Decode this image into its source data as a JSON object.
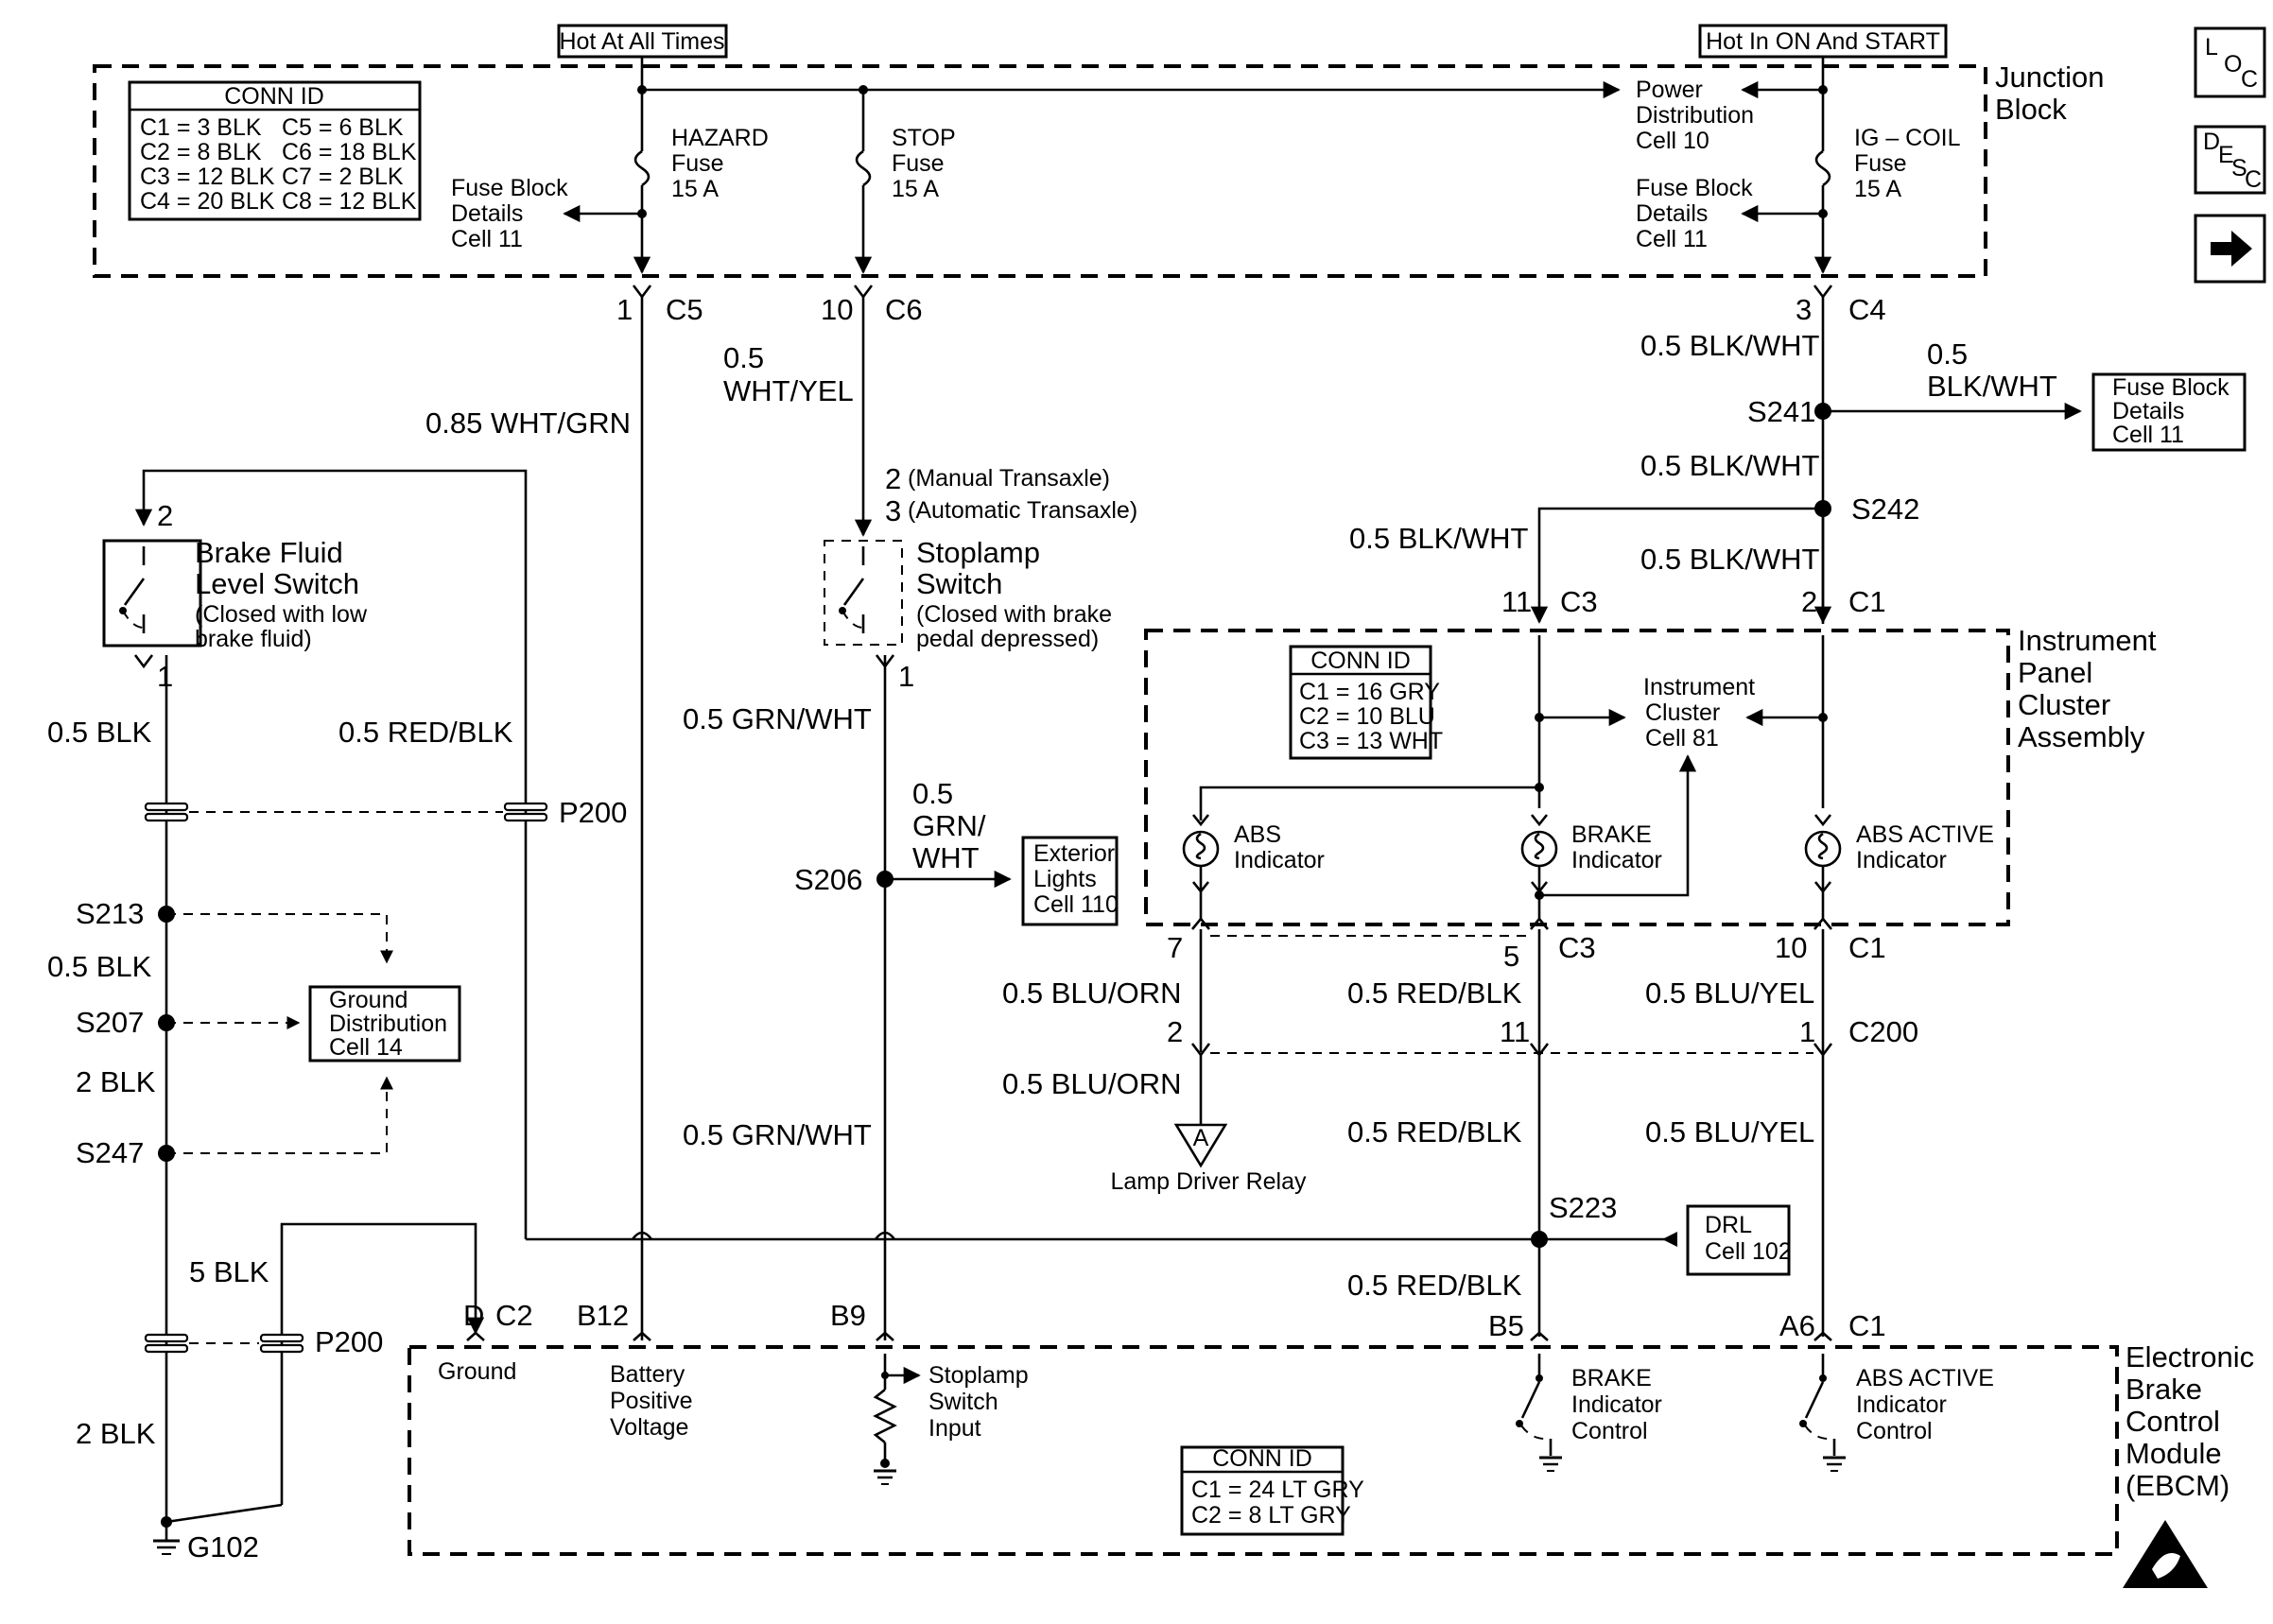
{
  "power": {
    "hot_always": "Hot At All Times",
    "hot_on_start": "Hot In ON And START"
  },
  "junction_block": {
    "title_l1": "Junction",
    "title_l2": "Block",
    "conn_id": {
      "title": "CONN ID",
      "rows": [
        "C1 = 3 BLK",
        "C2 = 8 BLK",
        "C3 = 12 BLK",
        "C4 = 20 BLK",
        "C5 = 6 BLK",
        "C6 = 18 BLK",
        "C7 = 2 BLK",
        "C8 = 12 BLK"
      ]
    },
    "hazard": [
      "HAZARD",
      "Fuse",
      "15 A"
    ],
    "stop": [
      "STOP",
      "Fuse",
      "15 A"
    ],
    "igcoil": [
      "IG – COIL",
      "Fuse",
      "15 A"
    ],
    "power_dist": [
      "Power",
      "Distribution",
      "Cell 10"
    ],
    "fbd_left": [
      "Fuse Block",
      "Details",
      "Cell 11"
    ],
    "fbd_right": [
      "Fuse Block",
      "Details",
      "Cell 11"
    ]
  },
  "nav_icons": {
    "loc": [
      "L",
      "O",
      "C"
    ],
    "desc": [
      "D",
      "E",
      "S",
      "C"
    ]
  },
  "pins": {
    "c5": "1",
    "c5c": "C5",
    "c6": "10",
    "c6c": "C6",
    "c4": "3",
    "c4c": "C4",
    "c3a": "11",
    "c3ac": "C3",
    "c1a": "2",
    "c1ac": "C1",
    "bf2": "2",
    "bf1": "1",
    "sl2": "2",
    "sl2t": "(Manual Transaxle)",
    "sl3": "3",
    "sl3t": "(Automatic Transaxle)",
    "sl1": "1",
    "p7": "7",
    "p5": "5",
    "p5c": "C3",
    "p10": "10",
    "p10c": "C1",
    "p2": "2",
    "p11": "11",
    "p1": "1",
    "c200": "C200",
    "d": "D",
    "dc": "C2",
    "b12": "B12",
    "b9": "B9",
    "b5": "B5",
    "a6": "A6",
    "a6c": "C1"
  },
  "wires": {
    "whtgrn": "0.85 WHT/GRN",
    "whtyel_a": "0.5",
    "whtyel_b": "WHT/YEL",
    "blkwht1": "0.5 BLK/WHT",
    "blkwht_r_a": "0.5",
    "blkwht_r_b": "BLK/WHT",
    "blkwht2": "0.5 BLK/WHT",
    "blkwht3": "0.5 BLK/WHT",
    "blkwht4": "0.5 BLK/WHT",
    "blk1": "0.5 BLK",
    "redblk1": "0.5 RED/BLK",
    "grnwht1": "0.5 GRN/WHT",
    "grnwht_r_a": "0.5",
    "grnwht_r_b": "GRN/",
    "grnwht_r_c": "WHT",
    "blk2": "0.5 BLK",
    "blk3": "2 BLK",
    "blk4": "5 BLK",
    "blk5": "2 BLK",
    "bluorn1": "0.5 BLU/ORN",
    "redblk2": "0.5 RED/BLK",
    "bluyel1": "0.5 BLU/YEL",
    "bluorn2": "0.5 BLU/ORN",
    "grnwht2": "0.5 GRN/WHT",
    "redblk3": "0.5 RED/BLK",
    "bluyel2": "0.5 BLU/YEL",
    "redblk4": "0.5 RED/BLK"
  },
  "splices": {
    "s241": "S241",
    "s242": "S242",
    "s206": "S206",
    "s213": "S213",
    "s207": "S207",
    "s247": "S247",
    "s223": "S223",
    "p200a": "P200",
    "p200b": "P200",
    "g102": "G102"
  },
  "brake_fluid_switch": {
    "l1": "Brake Fluid",
    "l2": "Level Switch",
    "l3": "(Closed with low",
    "l4": "brake fluid)"
  },
  "stoplamp_switch": {
    "l1": "Stoplamp",
    "l2": "Switch",
    "l3": "(Closed with brake",
    "l4": "pedal depressed)"
  },
  "refs": {
    "fbd_s241": [
      "Fuse Block",
      "Details",
      "Cell 11"
    ],
    "exterior": [
      "Exterior",
      "Lights",
      "Cell 110"
    ],
    "ground_dist": [
      "Ground",
      "Distribution",
      "Cell 14"
    ],
    "drl": [
      "DRL",
      "Cell 102"
    ],
    "lamp_driver": "Lamp Driver Relay",
    "conn_a": "A"
  },
  "ipc": {
    "title": [
      "Instrument",
      "Panel",
      "Cluster",
      "Assembly"
    ],
    "conn_id": {
      "title": "CONN ID",
      "rows": [
        "C1 = 16 GRY",
        "C2 = 10 BLU",
        "C3 = 13 WHT"
      ]
    },
    "cluster_ref": [
      "Instrument",
      "Cluster",
      "Cell 81"
    ],
    "abs": [
      "ABS",
      "Indicator"
    ],
    "brake": [
      "BRAKE",
      "Indicator"
    ],
    "abs_active": [
      "ABS ACTIVE",
      "Indicator"
    ]
  },
  "ebcm": {
    "title": [
      "Electronic",
      "Brake",
      "Control",
      "Module",
      "(EBCM)"
    ],
    "ground": "Ground",
    "battery": [
      "Battery",
      "Positive",
      "Voltage"
    ],
    "stoplamp_input": [
      "Stoplamp",
      "Switch",
      "Input"
    ],
    "brake_ctl": [
      "BRAKE",
      "Indicator",
      "Control"
    ],
    "abs_ctl": [
      "ABS ACTIVE",
      "Indicator",
      "Control"
    ],
    "conn_id": {
      "title": "CONN ID",
      "rows": [
        "C1 = 24 LT GRY",
        "C2 = 8 LT GRY"
      ]
    }
  }
}
